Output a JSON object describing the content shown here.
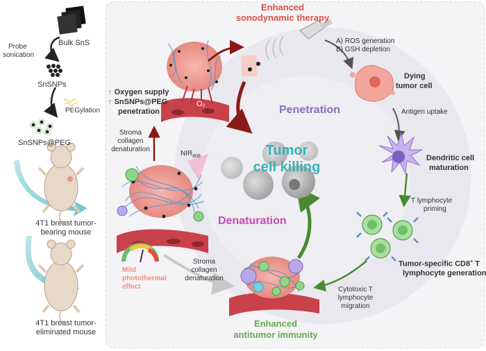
{
  "left_panel": {
    "bulk": "Bulk SnS",
    "probe_line1": "Probe",
    "probe_line2": "sonication",
    "snsnps": "SnSNPs",
    "pegylation": "PEGylation",
    "snsnps_peg": "SnSNPs@PEG",
    "mouse1_line1": "4T1 breast tumor-",
    "mouse1_line2": "bearing mouse",
    "mouse2_line1": "4T1 breast tumor-",
    "mouse2_line2": "eliminated mouse"
  },
  "tumor_panel": {
    "oxygen": "Oxygen supply",
    "penetration_line1": "SnSNPs@PEG",
    "penetration_line2": "penetration",
    "o2": "O₂",
    "stroma_up_line1": "Stroma",
    "stroma_up_line2": "collagen",
    "stroma_up_line3": "denaturation",
    "nir": "NIR",
    "nir_sub": "808",
    "mild_line1": "Mild",
    "mild_line2": "photothermal",
    "mild_line3": "effect",
    "stroma_down_line1": "Stroma",
    "stroma_down_line2": "collagen",
    "stroma_down_line3": "denaturation"
  },
  "cycle": {
    "sdt_line1": "Enhanced",
    "sdt_line2": "sonodynamic therapy",
    "ros": "A) ROS generation",
    "gsh": "B) GSH depletion",
    "dying_line1": "Dying",
    "dying_line2": "tumor cell",
    "antigen": "Antigen uptake",
    "penetration": "Penetration",
    "killing_line1": "Tumor",
    "killing_line2": "cell killing",
    "dc_line1": "Dendritic cell",
    "dc_line2": "maturation",
    "tpriming_line1": "T lymphocyte",
    "tpriming_line2": "priming",
    "denaturation": "Denaturation",
    "cd8_line1_a": "Tumor-specific CD8",
    "cd8_sup": "+",
    "cd8_line1_b": " T",
    "cd8_line2": "lymphocyte generation",
    "cytotoxic_line1": "Cytotoxic T",
    "cytotoxic_line2": "lymphocyte",
    "cytotoxic_line3": "migration",
    "immunity_line1": "Enhanced",
    "immunity_line2": "antitumor immunity"
  },
  "colors": {
    "red_title": "#d9534a",
    "purple": "#8a6fc0",
    "magenta": "#c64bb3",
    "teal": "#37b3b8",
    "green": "#6aa84f",
    "dark_red_arrow": "#8b1a1a",
    "green_arrow": "#4a8a2e",
    "salmon": "#ee8f7f"
  }
}
